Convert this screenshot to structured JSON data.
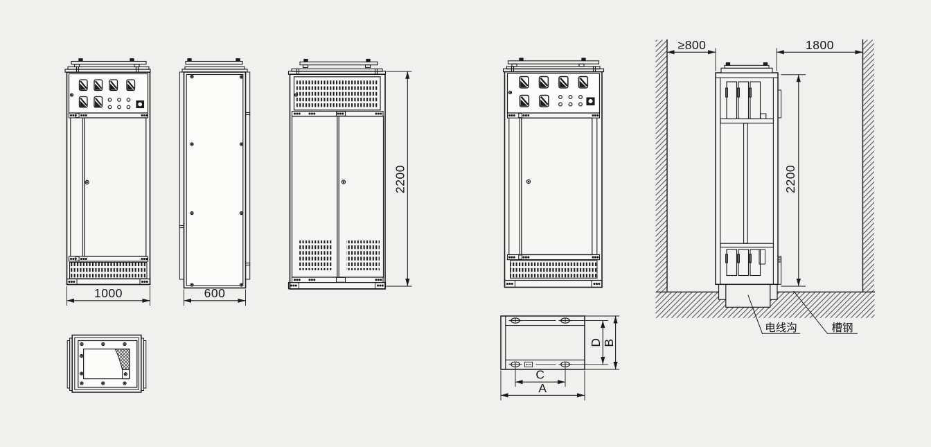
{
  "colors": {
    "background": "#f0f0ef",
    "line": "#1a1a1a"
  },
  "dims": {
    "front_width": "1000",
    "side_depth": "600",
    "rear_height": "2200",
    "install_left_clearance": "≥800",
    "install_right_clearance": "1800",
    "install_cabinet_height": "2200",
    "base_overall_width": "A",
    "base_overall_depth": "B",
    "base_slot_spacing_width": "C",
    "base_slot_spacing_depth": "D"
  },
  "labels": {
    "wire_trench": "电线沟",
    "channel_steel": "槽钢"
  }
}
